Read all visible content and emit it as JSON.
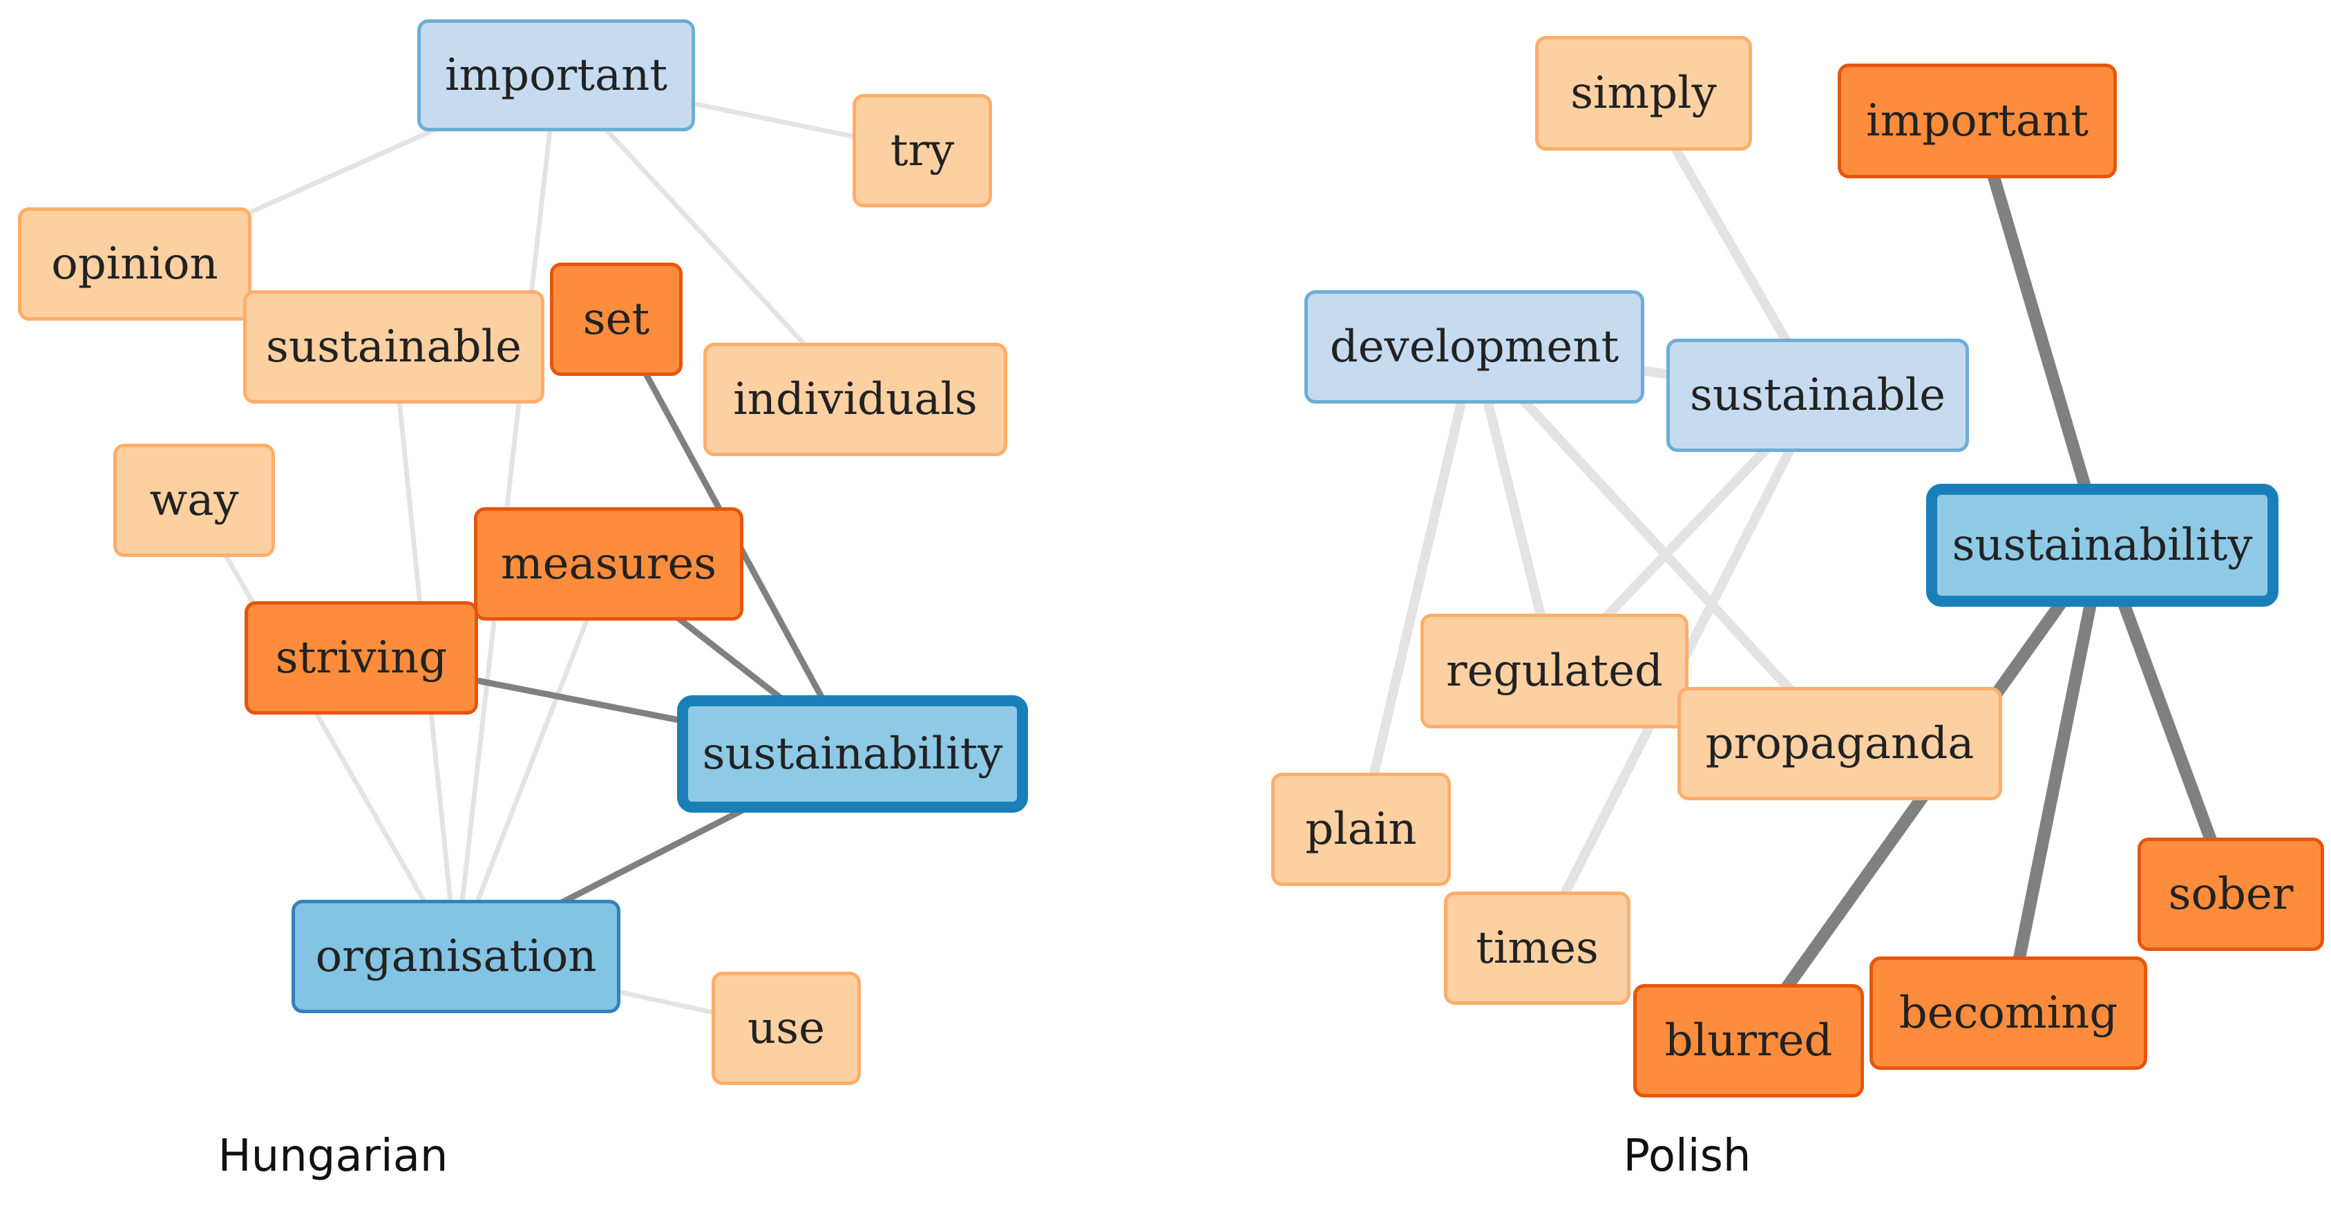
{
  "colors": {
    "light_fill": "#fdd0a2",
    "light_border": "#fdae6b",
    "dark_fill": "#fd8d3c",
    "dark_border": "#e6550d",
    "blue_fill": "#c6dbef",
    "blue_border": "#6baed6",
    "focus_fill": "#8ec9e6",
    "focus_border": "#1a7fb8",
    "weak_edge": "#e3e3e3",
    "strong_edge": "#808080"
  },
  "panels": [
    {
      "label": "Hungarian",
      "nodes": [
        {
          "id": "important",
          "label": "important",
          "category": "blue"
        },
        {
          "id": "try",
          "label": "try",
          "category": "light"
        },
        {
          "id": "opinion",
          "label": "opinion",
          "category": "light"
        },
        {
          "id": "sustainable",
          "label": "sustainable",
          "category": "light"
        },
        {
          "id": "set",
          "label": "set",
          "category": "dark"
        },
        {
          "id": "individuals",
          "label": "individuals",
          "category": "light"
        },
        {
          "id": "way",
          "label": "way",
          "category": "light"
        },
        {
          "id": "measures",
          "label": "measures",
          "category": "dark"
        },
        {
          "id": "striving",
          "label": "striving",
          "category": "dark"
        },
        {
          "id": "sustainability",
          "label": "sustainability",
          "category": "focus"
        },
        {
          "id": "organisation",
          "label": "organisation",
          "category": "blue2"
        },
        {
          "id": "use",
          "label": "use",
          "category": "light"
        }
      ],
      "edges": [
        {
          "from": "important",
          "to": "try",
          "strength": "weak"
        },
        {
          "from": "important",
          "to": "opinion",
          "strength": "weak"
        },
        {
          "from": "important",
          "to": "individuals",
          "strength": "weak"
        },
        {
          "from": "important",
          "to": "organisation",
          "strength": "weak"
        },
        {
          "from": "sustainable",
          "to": "organisation",
          "strength": "weak"
        },
        {
          "from": "way",
          "to": "organisation",
          "strength": "weak"
        },
        {
          "from": "measures",
          "to": "organisation",
          "strength": "weak"
        },
        {
          "from": "organisation",
          "to": "use",
          "strength": "weak"
        },
        {
          "from": "set",
          "to": "sustainability",
          "strength": "strong"
        },
        {
          "from": "measures",
          "to": "sustainability",
          "strength": "strong"
        },
        {
          "from": "striving",
          "to": "sustainability",
          "strength": "strong"
        },
        {
          "from": "organisation",
          "to": "sustainability",
          "strength": "strong"
        }
      ]
    },
    {
      "label": "Polish",
      "nodes": [
        {
          "id": "simply",
          "label": "simply",
          "category": "light"
        },
        {
          "id": "important",
          "label": "important",
          "category": "dark"
        },
        {
          "id": "development",
          "label": "development",
          "category": "blue"
        },
        {
          "id": "sustainable",
          "label": "sustainable",
          "category": "blue"
        },
        {
          "id": "sustainability",
          "label": "sustainability",
          "category": "focus"
        },
        {
          "id": "regulated",
          "label": "regulated",
          "category": "light"
        },
        {
          "id": "propaganda",
          "label": "propaganda",
          "category": "light"
        },
        {
          "id": "plain",
          "label": "plain",
          "category": "light"
        },
        {
          "id": "times",
          "label": "times",
          "category": "light"
        },
        {
          "id": "sober",
          "label": "sober",
          "category": "dark"
        },
        {
          "id": "becoming",
          "label": "becoming",
          "category": "dark"
        },
        {
          "id": "blurred",
          "label": "blurred",
          "category": "dark"
        }
      ],
      "edges": [
        {
          "from": "simply",
          "to": "sustainable",
          "strength": "weak"
        },
        {
          "from": "development",
          "to": "sustainable",
          "strength": "weak"
        },
        {
          "from": "development",
          "to": "plain",
          "strength": "weak"
        },
        {
          "from": "development",
          "to": "regulated",
          "strength": "weak"
        },
        {
          "from": "development",
          "to": "propaganda",
          "strength": "weak"
        },
        {
          "from": "sustainable",
          "to": "regulated",
          "strength": "weak"
        },
        {
          "from": "sustainable",
          "to": "times",
          "strength": "weak"
        },
        {
          "from": "important",
          "to": "sustainability",
          "strength": "strong"
        },
        {
          "from": "sustainability",
          "to": "blurred",
          "strength": "strong"
        },
        {
          "from": "sustainability",
          "to": "becoming",
          "strength": "strong"
        },
        {
          "from": "sustainability",
          "to": "sober",
          "strength": "strong"
        }
      ]
    }
  ]
}
